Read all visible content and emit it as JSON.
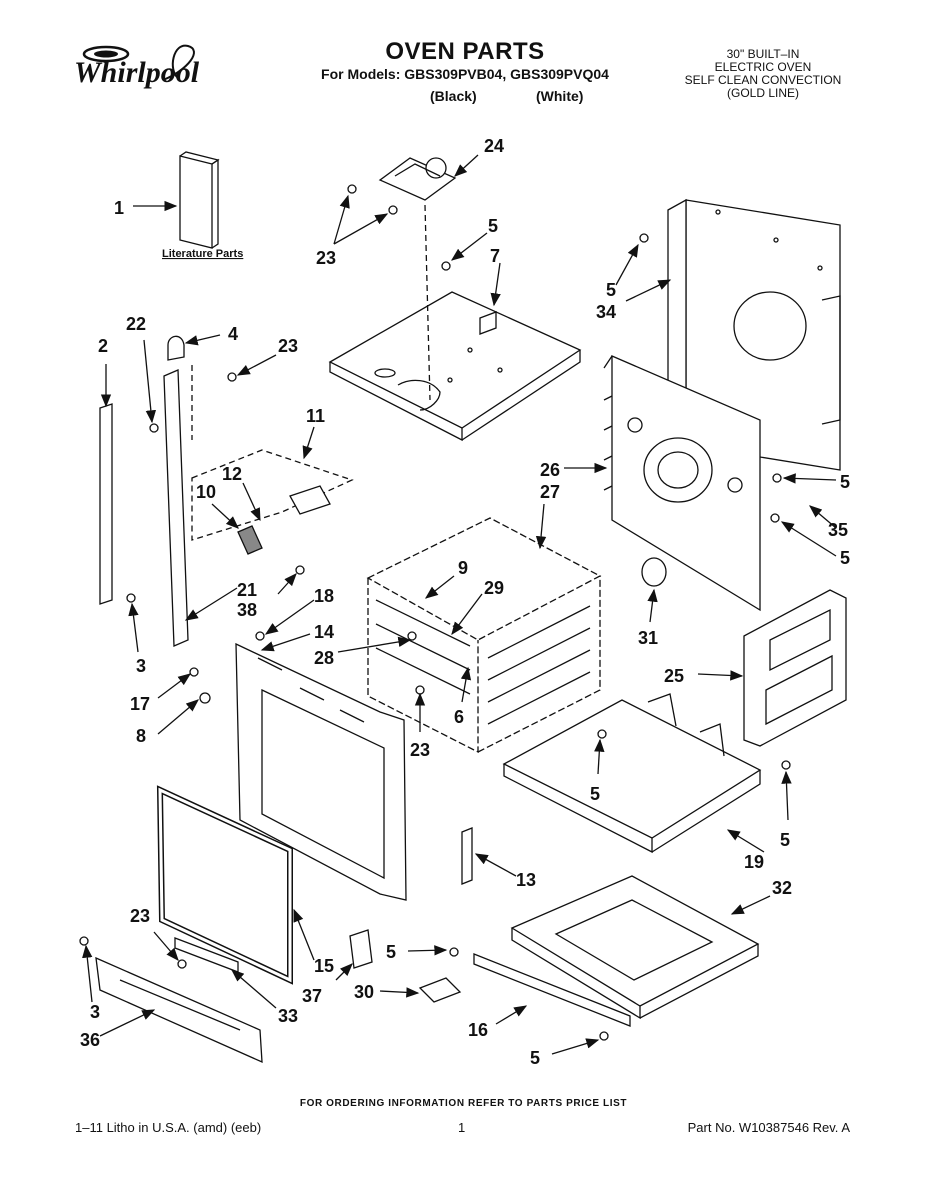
{
  "header": {
    "brand": "Whirlpool",
    "title": "OVEN PARTS",
    "models": "For Models: GBS309PVB04, GBS309PVQ04",
    "color_black": "(Black)",
    "color_white": "(White)",
    "description": [
      "30\" BUILT–IN",
      "ELECTRIC OVEN",
      "SELF CLEAN CONVECTION",
      "(GOLD LINE)"
    ]
  },
  "diagram": {
    "literature_label": "Literature Parts",
    "callouts": [
      "1",
      "2",
      "3",
      "3",
      "4",
      "5",
      "5",
      "5",
      "5",
      "5",
      "5",
      "5",
      "5",
      "6",
      "7",
      "8",
      "9",
      "10",
      "11",
      "12",
      "13",
      "14",
      "15",
      "16",
      "17",
      "18",
      "19",
      "21",
      "22",
      "23",
      "23",
      "23",
      "23",
      "24",
      "25",
      "26",
      "27",
      "28",
      "29",
      "30",
      "31",
      "32",
      "33",
      "34",
      "35",
      "36",
      "37",
      "38"
    ]
  },
  "footer": {
    "ordering_note": "FOR ORDERING INFORMATION REFER TO PARTS PRICE LIST",
    "litho": "1–11 Litho in U.S.A. (amd) (eeb)",
    "page": "1",
    "part_number": "Part No. W10387546 Rev. A"
  }
}
